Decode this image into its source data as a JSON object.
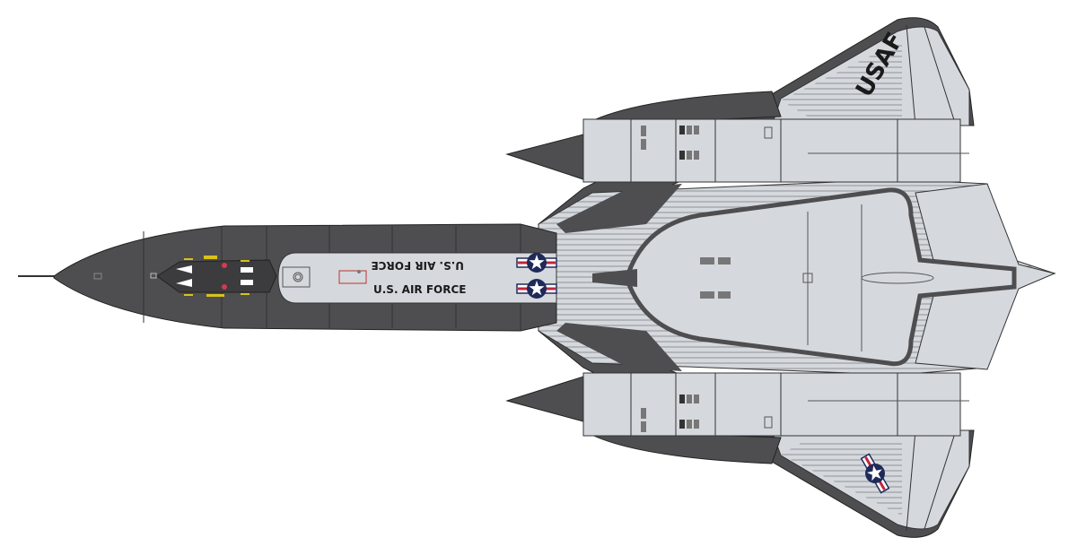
{
  "illustration": {
    "subject": "Aircraft top-view profile",
    "colors": {
      "background": "#ffffff",
      "dark_paint": "#4e4e50",
      "light_paint": "#d5d9de",
      "panel_line": "#2a2a2a",
      "insignia_blue": "#1f2a5a",
      "insignia_red": "#c4243a",
      "insignia_white": "#ffffff",
      "cockpit_detail_yellow": "#d8c21a",
      "warning_red": "#d23a52"
    },
    "markings": {
      "fuselage_text_upper": "U.S. AIR FORCE",
      "fuselage_text_lower": "U.S. AIR FORCE",
      "wing_text": "USAF",
      "insignia_count": 3
    }
  }
}
